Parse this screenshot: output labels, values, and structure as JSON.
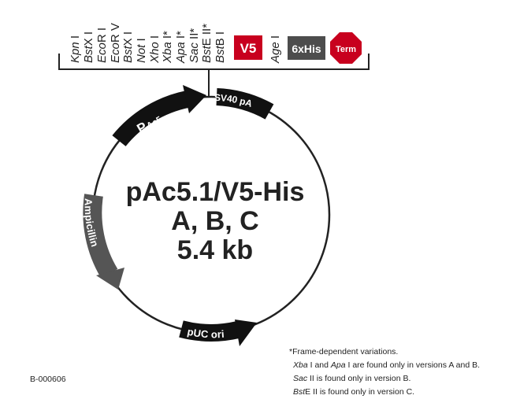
{
  "mcs_sites": [
    {
      "name": "Kpn",
      "suffix": " I"
    },
    {
      "name": "Bst",
      "suffix": "X I"
    },
    {
      "name": "Eco",
      "suffix": "R I"
    },
    {
      "name": "Eco",
      "suffix": "R V"
    },
    {
      "name": "Bst",
      "suffix": "X I"
    },
    {
      "name": "Not",
      "suffix": " I"
    },
    {
      "name": "Xho",
      "suffix": " I"
    },
    {
      "name": "Xba",
      "suffix": " I*"
    },
    {
      "name": "Apa",
      "suffix": " I*"
    },
    {
      "name": "Sac",
      "suffix": " II*"
    },
    {
      "name": "Bst",
      "suffix": "E II*"
    },
    {
      "name": "Bst",
      "suffix": "B I"
    }
  ],
  "age_site": {
    "name": "Age",
    "suffix": " I"
  },
  "tags": {
    "v5": "V5",
    "his": "6xHis",
    "term": "Term"
  },
  "colors": {
    "v5": "#c8001e",
    "his": "#4d4d4d",
    "term": "#c8001e",
    "ampicillin": "#555555",
    "feature": "#111111"
  },
  "features": {
    "pac5_main": "P",
    "pac5_sub": "Ac5",
    "sv40": "SV40 pA",
    "ampicillin": "Ampicillin",
    "puc": "pUC ori"
  },
  "plasmid": {
    "name": "pAc5.1/V5-His",
    "versions": "A, B, C",
    "size": "5.4 kb"
  },
  "catalog": "B-000606",
  "notes": {
    "title": "*Frame-dependent variations.",
    "line1_a": "Xba",
    "line1_b": " I and ",
    "line1_c": "Apa",
    "line1_d": " I are found only in versions A and B.",
    "line2_a": "Sac",
    "line2_b": " II  is found only in version B.",
    "line3_a": "Bst",
    "line3_b": "E II is  found only in version C."
  }
}
